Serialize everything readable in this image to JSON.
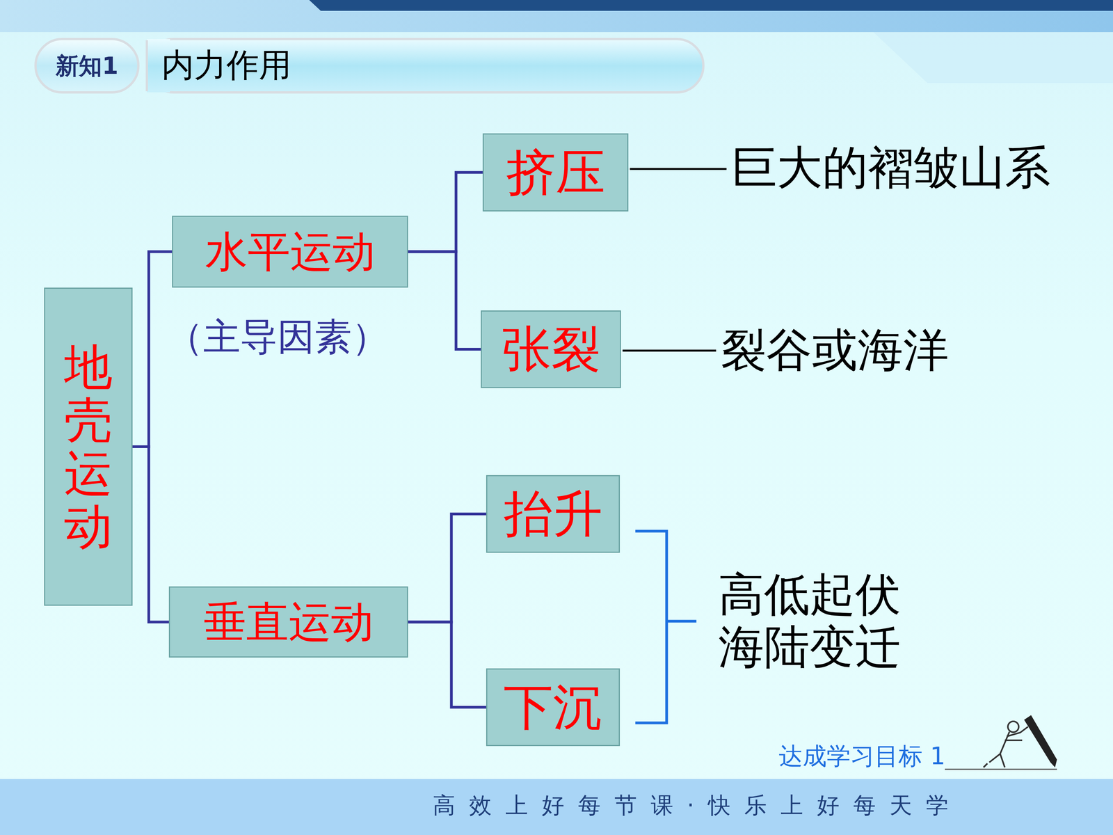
{
  "diagram": {
    "title": "内力作用",
    "nodes": [
      {
        "text": [
          "地壳运动"
        ]
      },
      {
        "text": [
          "水平运动"
        ]
      },
      {
        "text": [
          "挤压"
        ]
      },
      {
        "text": [
          "张裂"
        ]
      },
      {
        "text": [
          "垂直运动"
        ]
      },
      {
        "text": [
          "抬升"
        ]
      },
      {
        "text": [
          "下沉"
        ]
      }
    ],
    "edges": [
      {
        "from": 0,
        "to": 1,
        "arrow": "none"
      },
      {
        "from": 0,
        "to": 4,
        "arrow": "none"
      },
      {
        "from": 1,
        "to": 2,
        "arrow": "none"
      },
      {
        "from": 1,
        "to": 3,
        "arrow": "none"
      },
      {
        "from": 4,
        "to": 5,
        "arrow": "none"
      },
      {
        "from": 4,
        "to": 6,
        "arrow": "none"
      }
    ],
    "labels": [
      "新知1",
      "（主导因素）",
      "巨大的褶皱山系",
      "裂谷或海洋",
      "高低起伏 海陆变迁",
      "达成学习目标 1",
      "高效上好每节课·快乐上好每天学"
    ]
  }
}
